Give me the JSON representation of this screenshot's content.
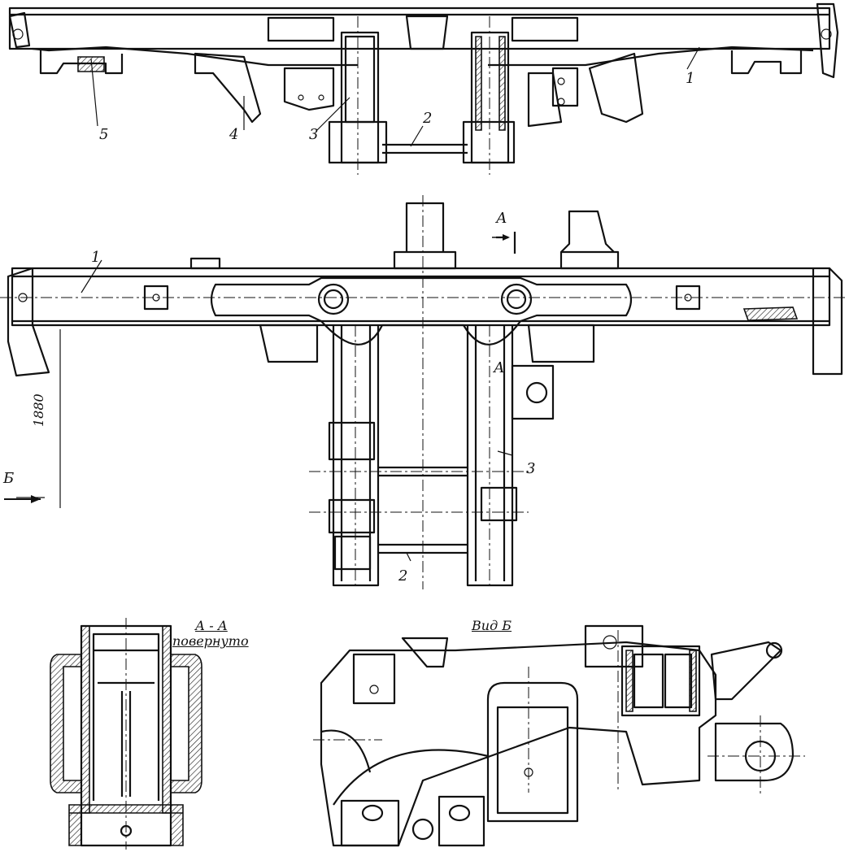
{
  "labels": {
    "frame": "1",
    "tie_rod": "2",
    "longitudinal_beam": "3",
    "bracket": "4",
    "pad": "5",
    "section_mark": "А",
    "view_mark": "Б",
    "dimension": "1880"
  },
  "captions": {
    "section_title": "А - А",
    "section_note": "повернуто",
    "view_title": "Вид Б"
  }
}
